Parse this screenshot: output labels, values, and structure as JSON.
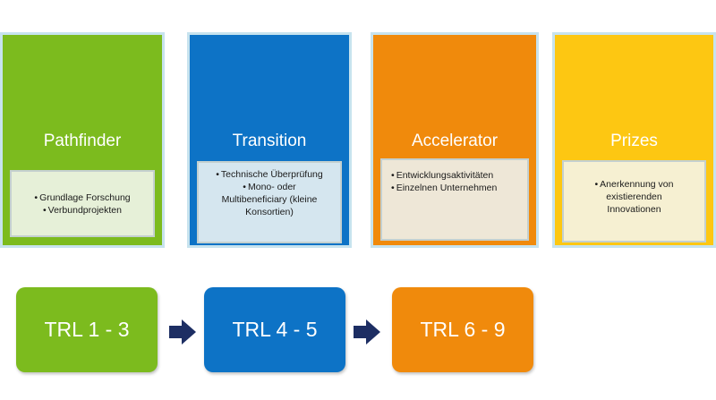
{
  "colors": {
    "green": "#7cbb1e",
    "blue": "#0d73c6",
    "orange": "#f08a0c",
    "yellow": "#fdc712",
    "navy": "#1d2e63"
  },
  "cards": [
    {
      "title": "Pathfinder",
      "items": [
        "Grundlage Forschung",
        "Verbundprojekten"
      ]
    },
    {
      "title": "Transition",
      "items": [
        "Technische Überprüfung",
        "Mono- oder Multibeneficiary (kleine Konsortien)"
      ]
    },
    {
      "title": "Accelerator",
      "items": [
        "Entwicklungsaktivitäten",
        "Einzelnen Unternehmen"
      ]
    },
    {
      "title": "Prizes",
      "items": [
        "Anerkennung von existierenden Innovationen"
      ]
    }
  ],
  "trl": [
    {
      "label": "TRL 1 - 3"
    },
    {
      "label": "TRL 4 - 5"
    },
    {
      "label": "TRL 6 - 9"
    }
  ]
}
